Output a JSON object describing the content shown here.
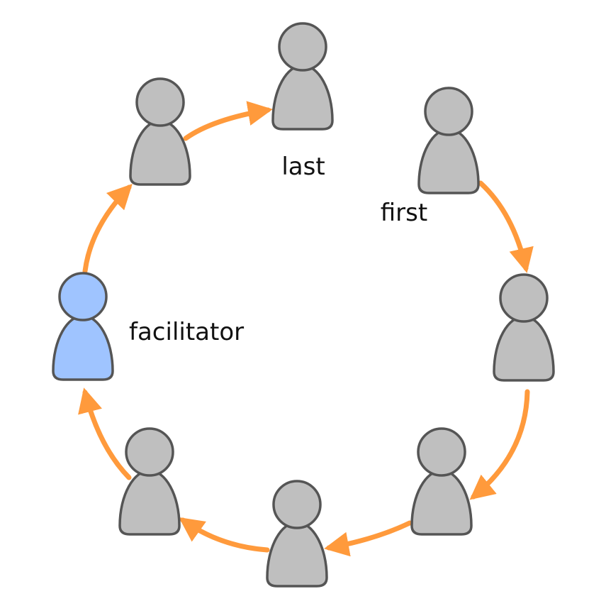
{
  "colors": {
    "person_fill": "#bfbfbf",
    "facilitator_fill": "#9fc4ff",
    "outline": "#555555",
    "arrow": "#ff9a3c"
  },
  "labels": {
    "first": "first",
    "last": "last",
    "facilitator": "facilitator"
  },
  "people": [
    {
      "role": "first",
      "icon": "person-icon"
    },
    {
      "role": "participant",
      "icon": "person-icon"
    },
    {
      "role": "participant",
      "icon": "person-icon"
    },
    {
      "role": "participant",
      "icon": "person-icon"
    },
    {
      "role": "participant",
      "icon": "person-icon"
    },
    {
      "role": "facilitator",
      "icon": "person-icon"
    },
    {
      "role": "participant",
      "icon": "person-icon"
    },
    {
      "role": "last",
      "icon": "person-icon"
    }
  ],
  "flow": {
    "direction": "clockwise",
    "arrow_icon": "arrow-icon"
  }
}
